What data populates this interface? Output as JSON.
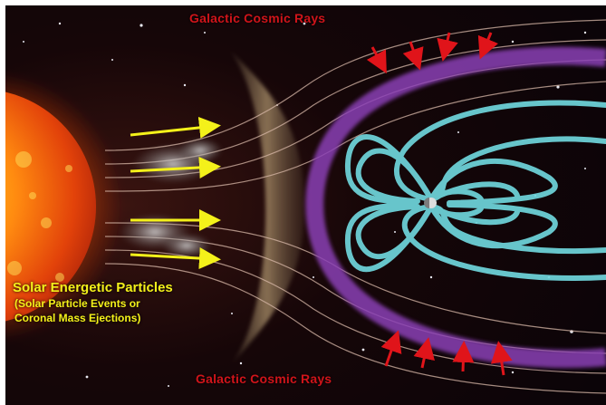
{
  "labels": {
    "top": "Galactic Cosmic Rays",
    "bottom": "Galactic Cosmic Rays",
    "particles_title": "Solar Energetic Particles",
    "particles_sub1": "(Solar Particle Events or",
    "particles_sub2": "Coronal Mass Ejections)"
  },
  "colors": {
    "cosmic_ray_label": "#d0141a",
    "particle_label": "#f4f11a",
    "field_lines": "#6fd6dc",
    "radiation_belt": "#8a3fb5",
    "solar_wind_arrows": "#f4f11a",
    "cosmic_ray_arrows": "#e0141a",
    "space": "#0b0408"
  },
  "icons": {
    "sun": "sun-icon",
    "earth": "earth-icon"
  }
}
